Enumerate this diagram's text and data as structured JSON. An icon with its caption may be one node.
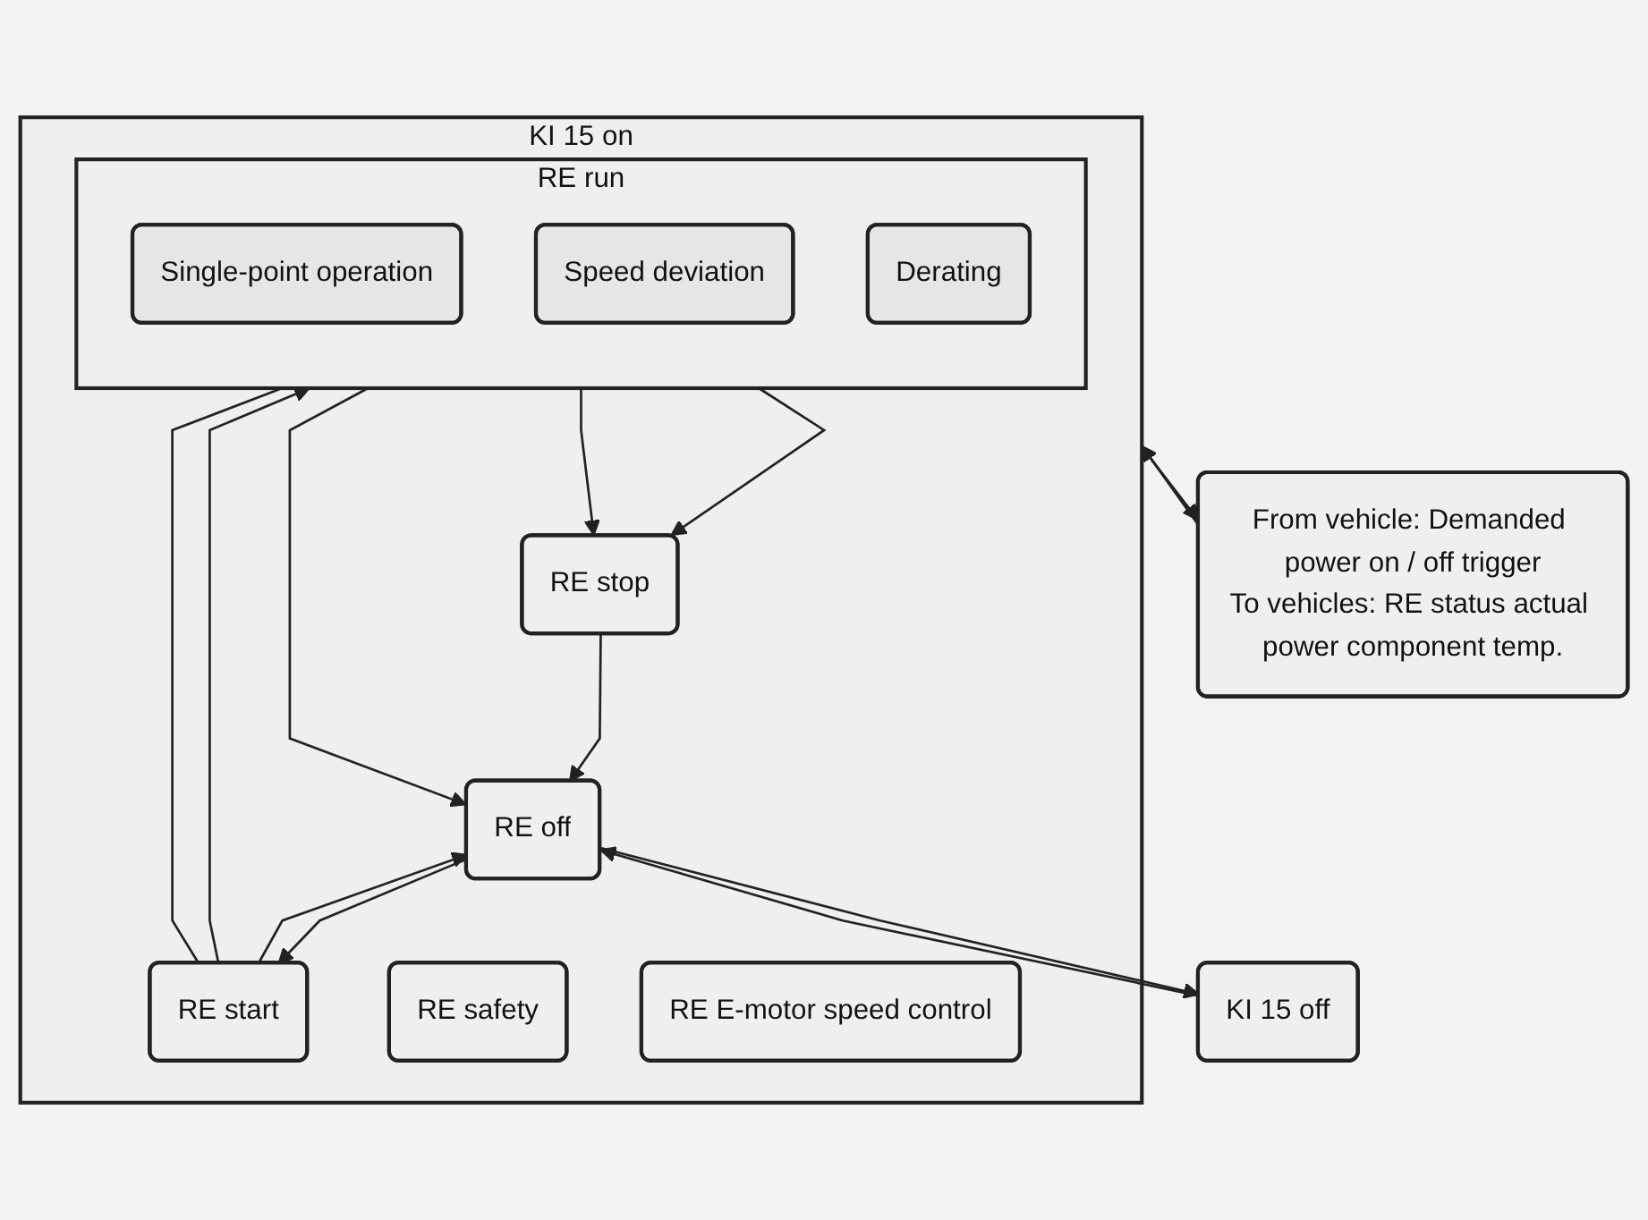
{
  "diagram": {
    "nodes": [
      {
        "text": [
          "KI 15 off"
        ]
      },
      {
        "text": [
          "From vehicle: Demanded power on / off trigger",
          "To vehicles: RE status actual power component temp."
        ]
      },
      {
        "text": [
          "KI 15 on"
        ]
      },
      {
        "text": [
          "RE off"
        ],
        "in": 2
      },
      {
        "text": [
          "RE start"
        ],
        "in": 2
      },
      {
        "text": [
          "RE run"
        ],
        "in": 2
      },
      {
        "text": [
          "Single-point operation"
        ],
        "in": 5
      },
      {
        "text": [
          "Speed deviation"
        ],
        "in": 5
      },
      {
        "text": [
          "Derating"
        ],
        "in": 5
      },
      {
        "text": [
          "RE stop"
        ],
        "in": 2
      },
      {
        "text": [
          "RE safety"
        ],
        "in": 2
      },
      {
        "text": [
          "RE E-motor speed control"
        ],
        "in": 2
      }
    ],
    "edges": [
      {
        "from": 3,
        "to": 0,
        "arrow": "to"
      },
      {
        "from": 0,
        "to": 3,
        "arrow": "to"
      },
      {
        "from": 1,
        "to": 2,
        "arrow": "to"
      },
      {
        "from": 2,
        "to": 1,
        "arrow": "to"
      },
      {
        "from": 3,
        "to": 4,
        "arrow": "to"
      },
      {
        "from": 4,
        "to": 3,
        "arrow": "to"
      },
      {
        "from": 4,
        "to": 5,
        "arrow": "to"
      },
      {
        "from": 4,
        "to": 5,
        "arrow": "none"
      },
      {
        "from": 5,
        "to": 3,
        "arrow": "to"
      },
      {
        "from": 5,
        "to": 9,
        "arrow": "to"
      },
      {
        "from": 5,
        "to": 9,
        "arrow": "to"
      },
      {
        "from": 9,
        "to": 3,
        "arrow": "to"
      }
    ]
  }
}
